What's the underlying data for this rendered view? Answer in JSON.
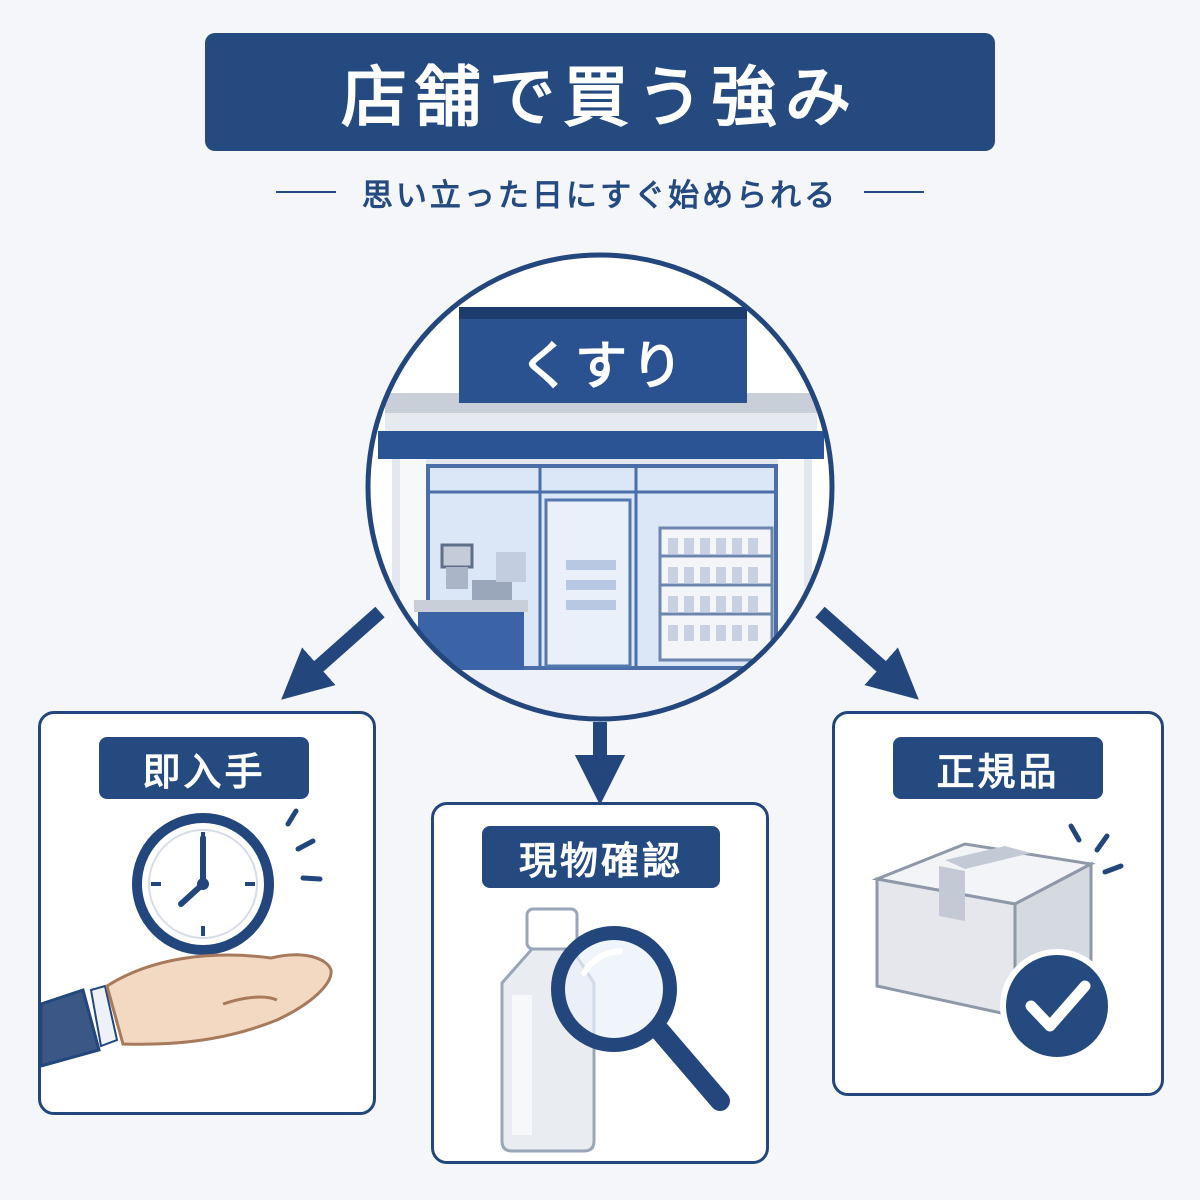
{
  "header": {
    "title": "店舗で買う強み",
    "subtitle": "思い立った日にすぐ始められる"
  },
  "store": {
    "sign_text": "くすり"
  },
  "benefits": [
    {
      "label": "即入手"
    },
    {
      "label": "現物確認"
    },
    {
      "label": "正規品"
    }
  ],
  "colors": {
    "primary": "#244a80",
    "background": "#f4f6fa",
    "card_background": "#ffffff"
  },
  "icons": {
    "store": "drugstore-icon",
    "immediate": [
      "clock-icon",
      "open-hand-icon"
    ],
    "inspect": [
      "bottle-icon",
      "magnifier-icon"
    ],
    "genuine": [
      "box-icon",
      "checkmark-icon"
    ]
  }
}
